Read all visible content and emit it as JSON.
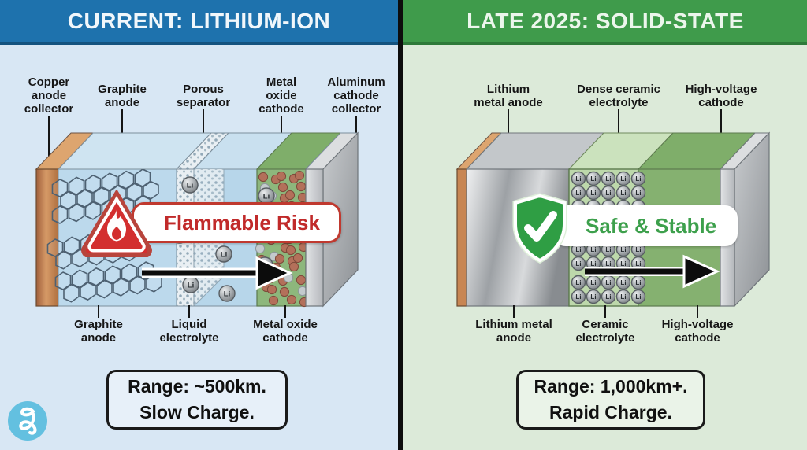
{
  "left": {
    "title": "CURRENT: LITHIUM-ION",
    "top_labels": [
      "Copper\nanode\ncollector",
      "Graphite\nanode",
      "Porous\nseparator",
      "Metal\noxide\ncathode",
      "Aluminum\ncathode\ncollector"
    ],
    "bottom_labels": [
      "Graphite\nanode",
      "Liquid\nelectrolyte",
      "Metal oxide\ncathode"
    ],
    "badge_label": "Flammable Risk",
    "range_line1": "Range: ~500km.",
    "range_line2": "Slow Charge."
  },
  "right": {
    "title": "LATE 2025: SOLID-STATE",
    "top_labels": [
      "Lithium\nmetal anode",
      "Dense ceramic\nelectrolyte",
      "High-voltage\ncathode"
    ],
    "bottom_labels": [
      "Lithium metal\nanode",
      "Ceramic\nelectrolyte",
      "High-voltage\ncathode"
    ],
    "badge_label": "Safe & Stable",
    "range_line1": "Range: 1,000km+.",
    "range_line2": "Rapid Charge."
  },
  "ion_symbol": "Li",
  "colors": {
    "left_header_bg": "#1e72ad",
    "right_header_bg": "#3f9b4b",
    "left_body_bg": "#d8e7f4",
    "right_body_bg": "#dcead9",
    "risk_red": "#c12a2a",
    "safe_green": "#3da04c"
  }
}
